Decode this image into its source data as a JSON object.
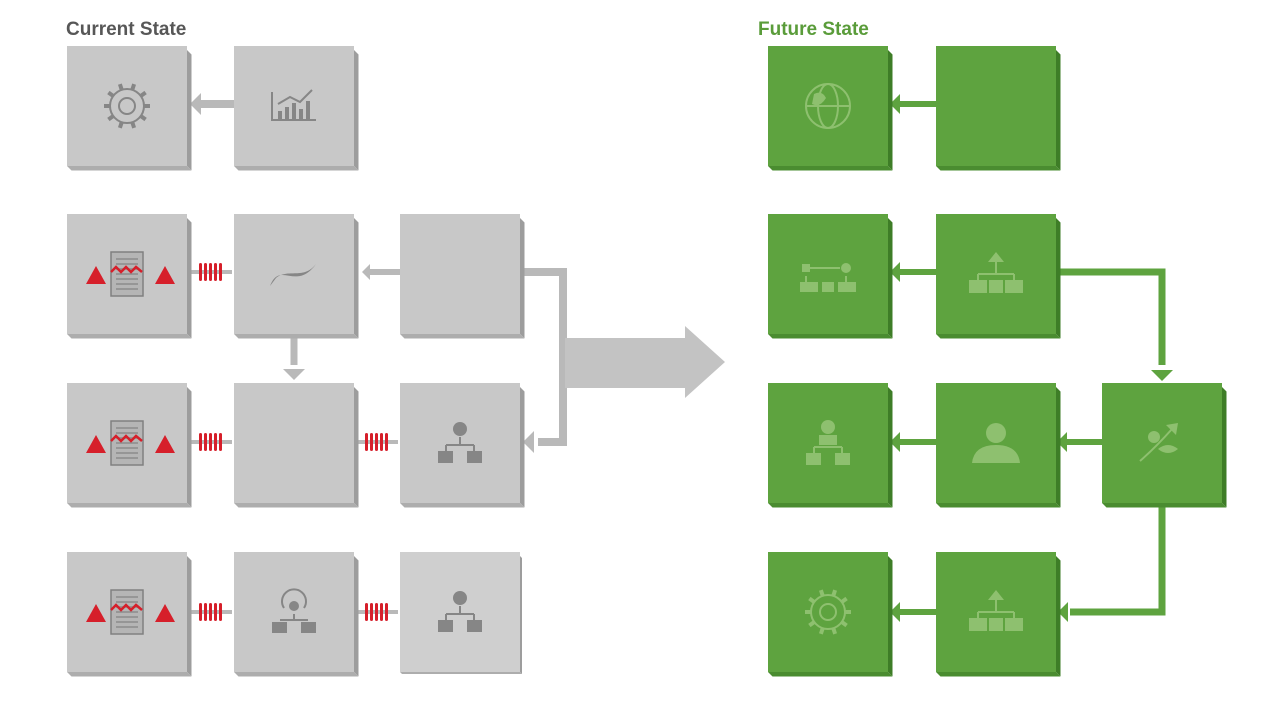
{
  "current_state": {
    "title": "Current State",
    "color": "#575757",
    "box_face": "#c8c8c8",
    "box_side": "#9d9d9d",
    "box_bottom": "#adadad",
    "icon_color": "#868686",
    "connector_color": "#b9b9b9",
    "warning_color": "#d61f2a",
    "boxes": [
      {
        "id": "c11",
        "icon": "gear-icon"
      },
      {
        "id": "c12",
        "icon": "bar-chart-icon"
      },
      {
        "id": "c21",
        "icon": "broken-document-icon",
        "warning": true
      },
      {
        "id": "c22",
        "icon": "wave-icon"
      },
      {
        "id": "c23",
        "icon": "blank"
      },
      {
        "id": "c31",
        "icon": "broken-document-icon",
        "warning": true
      },
      {
        "id": "c32",
        "icon": "blank"
      },
      {
        "id": "c33",
        "icon": "org-chart-icon"
      },
      {
        "id": "c41",
        "icon": "broken-document-icon",
        "warning": true
      },
      {
        "id": "c42",
        "icon": "cycle-network-icon"
      },
      {
        "id": "c43",
        "icon": "org-chart-icon",
        "flat": true
      }
    ]
  },
  "future_state": {
    "title": "Future State",
    "color": "#5a9c3a",
    "box_face": "#5ea33f",
    "box_side": "#3e7d27",
    "box_bottom": "#4a8c30",
    "icon_color": "#8ec06f",
    "connector_color": "#5ea33f",
    "boxes": [
      {
        "id": "f11",
        "icon": "globe-icon"
      },
      {
        "id": "f12",
        "icon": "blank"
      },
      {
        "id": "f21",
        "icon": "workflow-icon"
      },
      {
        "id": "f22",
        "icon": "hierarchy-icon"
      },
      {
        "id": "f31",
        "icon": "user-hierarchy-icon"
      },
      {
        "id": "f32",
        "icon": "user-icon"
      },
      {
        "id": "f33",
        "icon": "growth-icon"
      },
      {
        "id": "f41",
        "icon": "gear-icon"
      },
      {
        "id": "f42",
        "icon": "hierarchy-icon"
      }
    ]
  },
  "transition_arrow": {
    "color": "#c3c3c3"
  }
}
